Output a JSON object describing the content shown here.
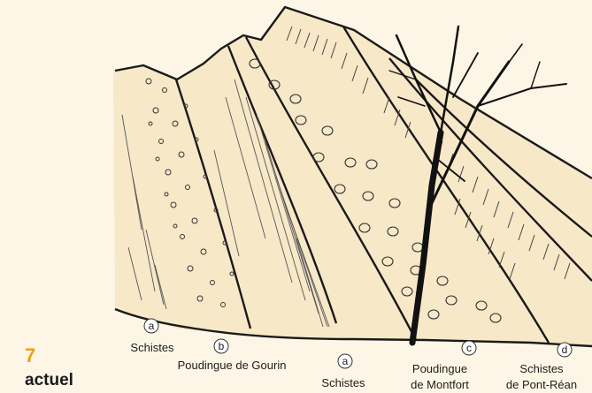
{
  "figure": {
    "number": "7",
    "caption": "actuel",
    "accent_color": "#e8a214",
    "background_color": "#fdf6e6",
    "rock_fill_color": "#f7e8c8",
    "line_color": "#1a1a1a"
  },
  "units": [
    {
      "id": "a1",
      "marker": "a",
      "name": "Schistes"
    },
    {
      "id": "b",
      "marker": "b",
      "name": "Poudingue de Gourin"
    },
    {
      "id": "a2",
      "marker": "a",
      "name": "Schistes"
    },
    {
      "id": "c",
      "marker": "c",
      "name_line1": "Poudingue",
      "name_line2": "de Montfort"
    },
    {
      "id": "d",
      "marker": "d",
      "name_line1": "Schistes",
      "name_line2": "de Pont-Réan"
    }
  ],
  "icons": {
    "tree": "bare-tree-icon"
  }
}
